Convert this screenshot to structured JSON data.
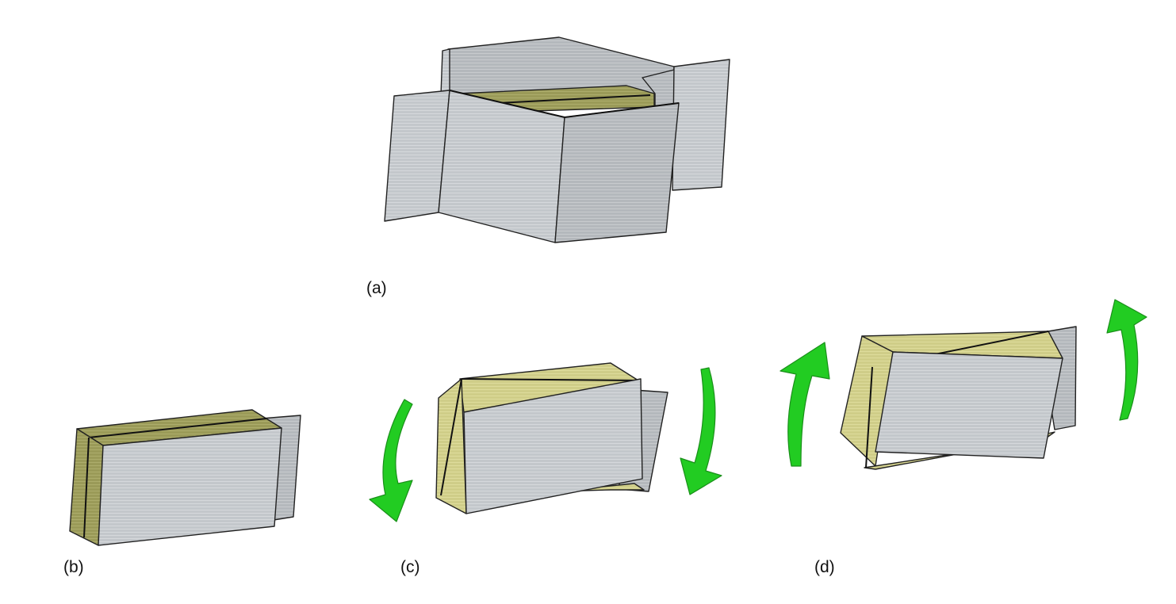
{
  "labels": {
    "a": "(a)",
    "b": "(b)",
    "c": "(c)",
    "d": "(d)"
  },
  "colors": {
    "gray_face": "#c4c8cc",
    "gray_face_dark": "#b6babe",
    "olive_face": "#9c9c5a",
    "olive_face_light": "#d2d08a",
    "arrow_green": "#22cc22",
    "outline": "#222222"
  },
  "icons": {
    "arrow_down": "curved-arrow-down-icon",
    "arrow_up": "curved-arrow-up-icon"
  }
}
